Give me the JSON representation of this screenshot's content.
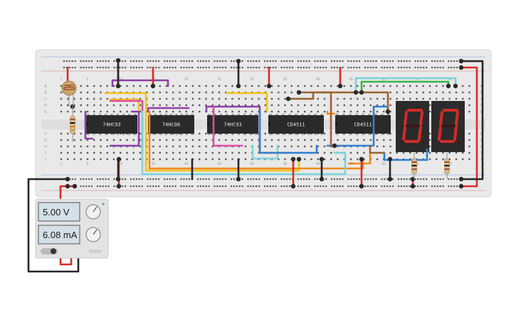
{
  "breadboard": {
    "column_numbers": [
      "1",
      "5",
      "10",
      "15",
      "20",
      "25",
      "30",
      "35",
      "40",
      "45",
      "50",
      "55",
      "60"
    ],
    "row_letters_top": [
      "A",
      "B",
      "C",
      "D",
      "E"
    ],
    "row_letters_bottom": [
      "F",
      "G",
      "H",
      "I",
      "J"
    ]
  },
  "chips": [
    {
      "label": "74HC93"
    },
    {
      "label": "74HC08"
    },
    {
      "label": "74HC93"
    },
    {
      "label": "CD4511"
    },
    {
      "label": "CD4511"
    }
  ],
  "display": {
    "digits": [
      "0",
      "0"
    ],
    "segment_on_color": "#d42a2a",
    "segment_off_color": "#3a1a1a"
  },
  "power_supply": {
    "voltage": "5.00 V",
    "current": "6.08 mA"
  },
  "colors": {
    "board": "#e9e9e9",
    "chip": "#2a2a2a",
    "wire_red": "#d92b2b",
    "wire_black": "#262626",
    "wire_yellow": "#f2c21b",
    "wire_orange": "#ef8a1c",
    "wire_purple": "#8c3fa8",
    "wire_cyan": "#7ad3d8",
    "wire_blue": "#2e7fd1",
    "wire_green": "#3bb54a",
    "wire_brown": "#9a6433",
    "wire_pink": "#e24aa3"
  }
}
